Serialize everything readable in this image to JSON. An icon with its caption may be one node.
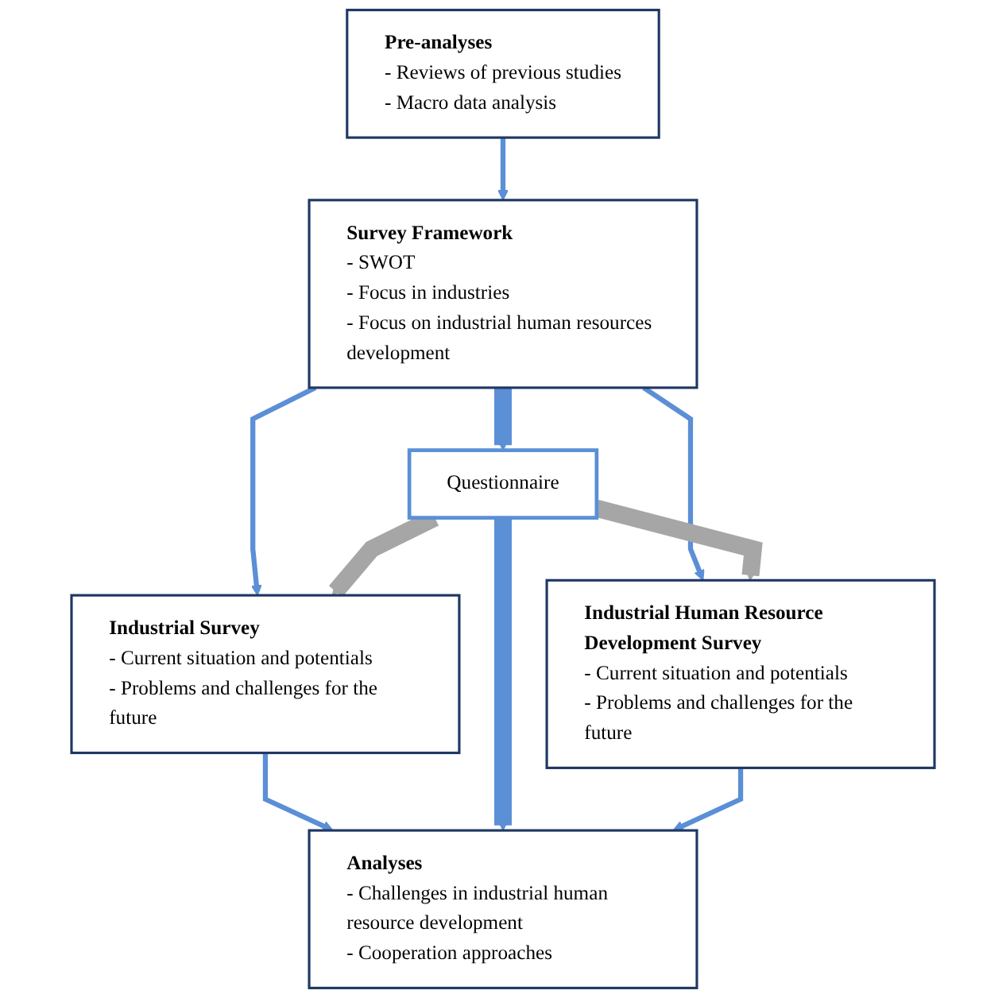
{
  "diagram": {
    "nodes": [
      {
        "text": [
          "Pre-analyses",
          "- Reviews of previous studies",
          "- Macro data analysis"
        ]
      },
      {
        "text": [
          "Survey Framework",
          "- SWOT",
          "- Focus in industries",
          "- Focus on industrial human resources development"
        ]
      },
      {
        "text": [
          "Industrial Survey",
          "- Current situation and potentials",
          "- Problems and challenges for the future"
        ]
      },
      {
        "text": [
          "Questionnaire"
        ]
      },
      {
        "text": [
          "Industrial Human Resource Development Survey",
          "- Current situation and potentials",
          "- Problems and challenges for the future"
        ]
      },
      {
        "text": [
          "Analyses",
          "- Challenges in industrial human resource development",
          "- Cooperation approaches"
        ]
      }
    ],
    "edges": [
      {
        "from": 0,
        "to": 1,
        "arrow": "to"
      },
      {
        "from": 1,
        "to": 2,
        "arrow": "to"
      },
      {
        "from": 1,
        "to": 3,
        "arrow": "to",
        "style": "thick"
      },
      {
        "from": 1,
        "to": 4,
        "arrow": "to"
      },
      {
        "from": 3,
        "to": 2,
        "arrow": "to",
        "style": "thick",
        "color": "#a6a6a6"
      },
      {
        "from": 3,
        "to": 4,
        "arrow": "to",
        "style": "thick",
        "color": "#a6a6a6"
      },
      {
        "from": 2,
        "to": 5,
        "arrow": "to"
      },
      {
        "from": 3,
        "to": 5,
        "arrow": "to",
        "style": "thick"
      },
      {
        "from": 4,
        "to": 5,
        "arrow": "to"
      }
    ]
  }
}
